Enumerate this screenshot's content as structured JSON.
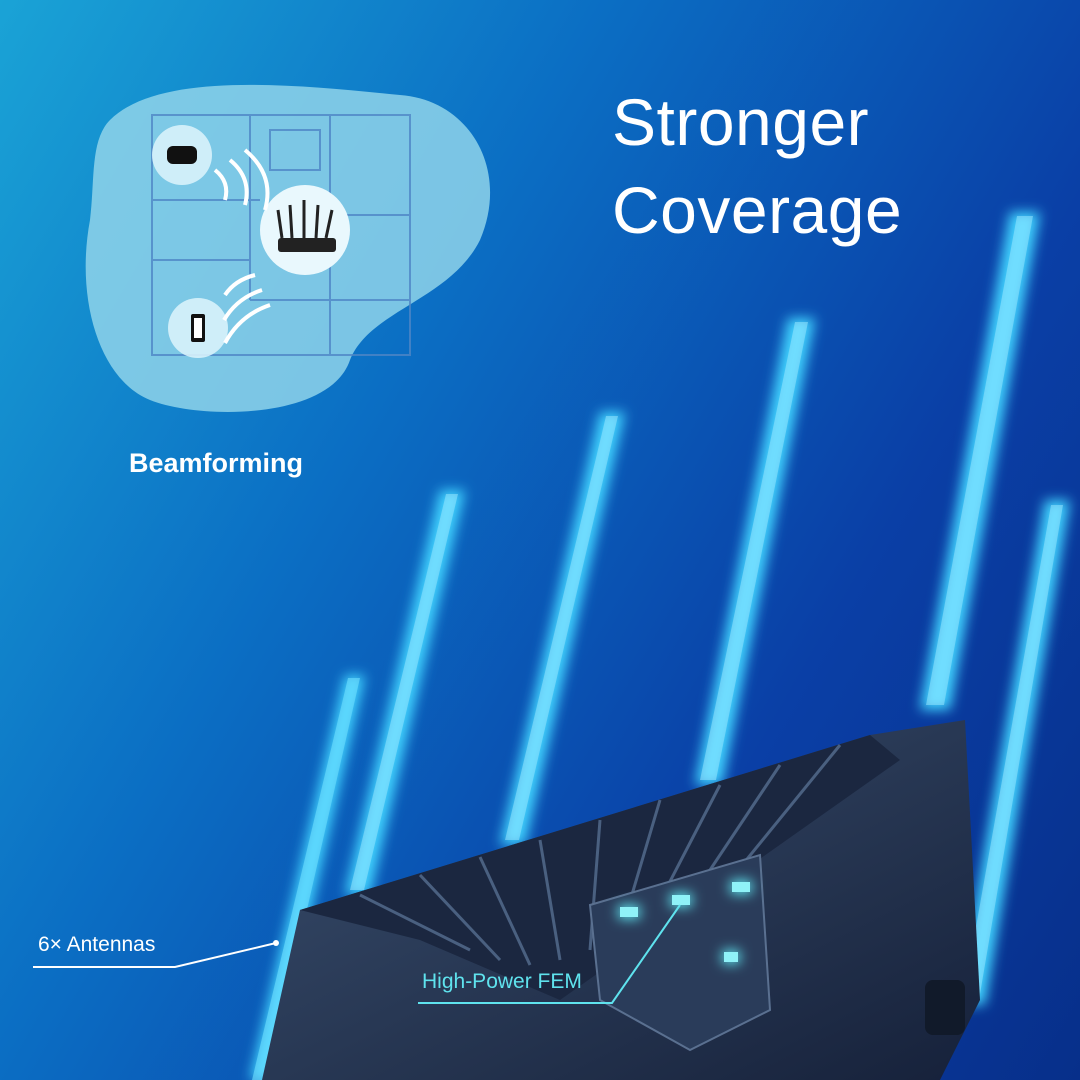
{
  "headline": {
    "line1": "Stronger",
    "line2": "Coverage"
  },
  "beamforming": {
    "label": "Beamforming",
    "icons": [
      "gamepad-icon",
      "router-icon",
      "smartphone-icon",
      "wifi-waves-icon"
    ]
  },
  "callouts": {
    "antennas": "6× Antennas",
    "fem": "High-Power FEM"
  },
  "colors": {
    "accent": "#5fe3ee",
    "blob": "#8fd3ea",
    "antenna_glow": "#3fd2ff"
  }
}
